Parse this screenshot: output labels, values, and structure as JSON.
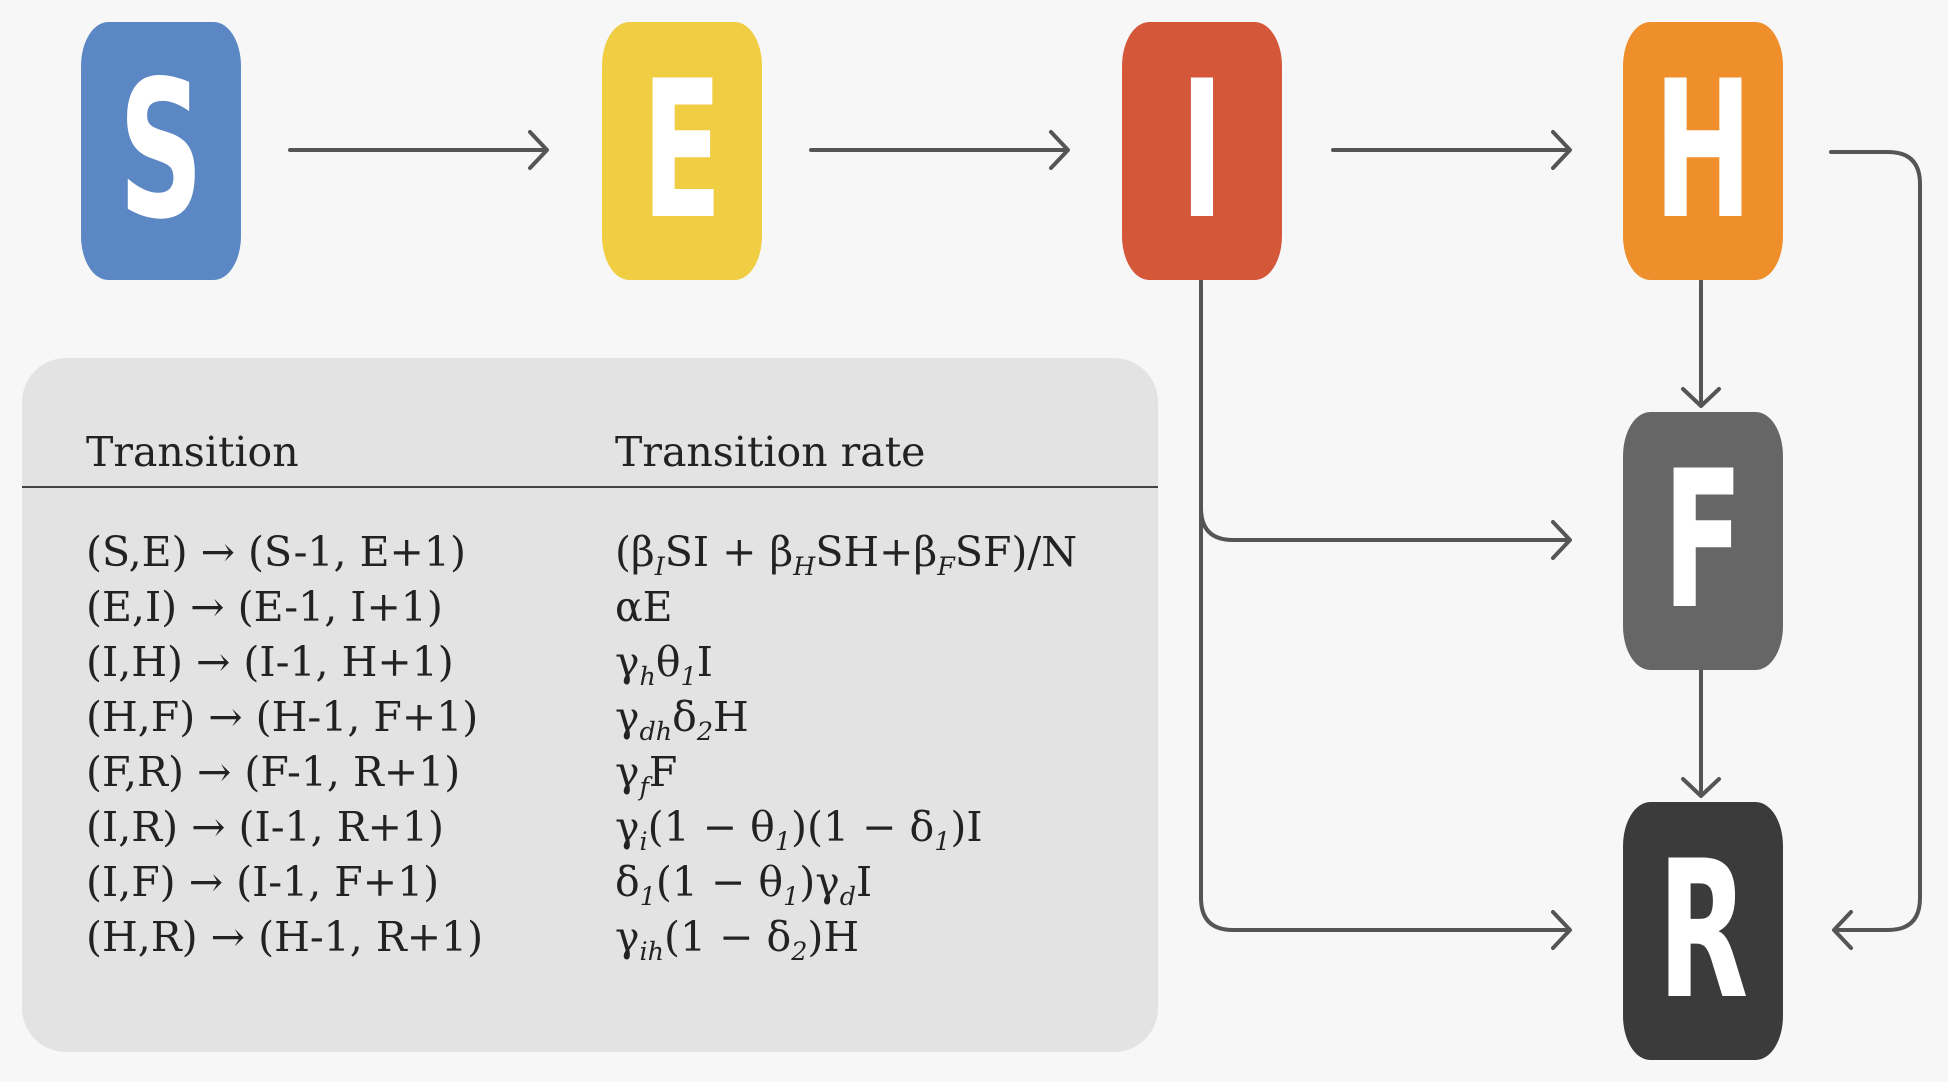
{
  "compartments": {
    "S": {
      "label": "S",
      "color": "#5b87c4"
    },
    "E": {
      "label": "E",
      "color": "#f0cd43"
    },
    "I": {
      "label": "I",
      "color": "#d4573a"
    },
    "H": {
      "label": "H",
      "color": "#ee8f2b"
    },
    "F": {
      "label": "F",
      "color": "#666666"
    },
    "R": {
      "label": "R",
      "color": "#3b3b3b"
    }
  },
  "edges": [
    {
      "from": "S",
      "to": "E"
    },
    {
      "from": "E",
      "to": "I"
    },
    {
      "from": "I",
      "to": "H"
    },
    {
      "from": "H",
      "to": "F"
    },
    {
      "from": "F",
      "to": "R"
    },
    {
      "from": "I",
      "to": "F"
    },
    {
      "from": "I",
      "to": "R"
    },
    {
      "from": "H",
      "to": "R"
    }
  ],
  "table": {
    "header_transition": "Transition",
    "header_rate": "Transition rate",
    "rows": [
      {
        "transition": "(S,E) → (S-1, E+1)",
        "rate": "(β_I SI + β_H SH+β_F SF)/N"
      },
      {
        "transition": "(E,I) → (E-1, I+1)",
        "rate": "αE"
      },
      {
        "transition": "(I,H) → (I-1, H+1)",
        "rate": "γ_h θ_1 I"
      },
      {
        "transition": "(H,F) → (H-1, F+1)",
        "rate": "γ_dh δ_2 H"
      },
      {
        "transition": "(F,R) → (F-1, R+1)",
        "rate": "γ_f F"
      },
      {
        "transition": "(I,R) → (I-1, R+1)",
        "rate": "γ_i (1 − θ_1)(1 − δ_1)I"
      },
      {
        "transition": "(I,F) → (I-1, F+1)",
        "rate": "δ_1 (1 − θ_1)γ_d I"
      },
      {
        "transition": "(H,R) → (H-1, R+1)",
        "rate": "γ_ih (1 − δ_2)H"
      }
    ]
  },
  "colors": {
    "arrow": "#555555",
    "panel": "#e3e3e3",
    "background": "#f7f7f7"
  }
}
